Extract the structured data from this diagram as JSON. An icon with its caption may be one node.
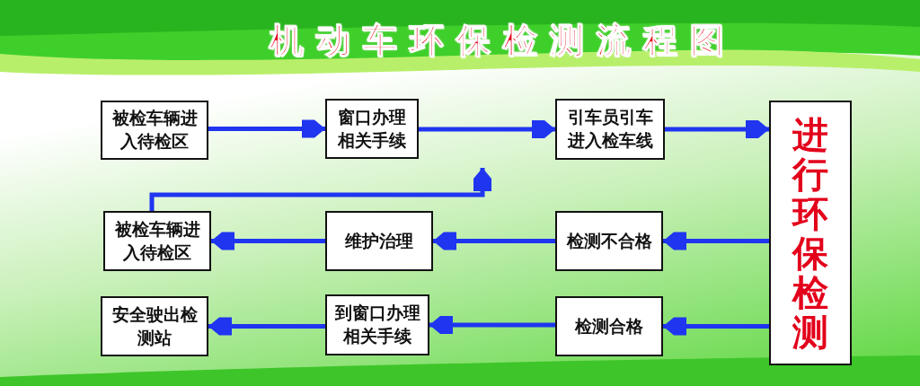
{
  "diagram": {
    "title": "机动车环保检测流程图",
    "nodes": [
      {
        "text": [
          "被检车辆进入待检区"
        ]
      },
      {
        "text": [
          "窗口办理相关手续"
        ]
      },
      {
        "text": [
          "引车员引车进入检车线"
        ]
      },
      {
        "text": [
          "进行环保检测"
        ]
      },
      {
        "text": [
          "检测不合格"
        ]
      },
      {
        "text": [
          "维护治理"
        ]
      },
      {
        "text": [
          "被检车辆进入待检区"
        ]
      },
      {
        "text": [
          "检测合格"
        ]
      },
      {
        "text": [
          "到窗口办理相关手续"
        ]
      },
      {
        "text": [
          "安全驶出检测站"
        ]
      }
    ],
    "edges": [
      {
        "from": 0,
        "to": 1,
        "arrow": "to"
      },
      {
        "from": 1,
        "to": 2,
        "arrow": "to"
      },
      {
        "from": 2,
        "to": 3,
        "arrow": "to"
      },
      {
        "from": 3,
        "to": 4,
        "arrow": "to"
      },
      {
        "from": 4,
        "to": 5,
        "arrow": "to"
      },
      {
        "from": 5,
        "to": 6,
        "arrow": "to"
      },
      {
        "from": 6,
        "to": null,
        "arrow": "to"
      },
      {
        "from": 3,
        "to": 7,
        "arrow": "to"
      },
      {
        "from": 7,
        "to": 8,
        "arrow": "to"
      },
      {
        "from": 8,
        "to": 9,
        "arrow": "to"
      }
    ]
  }
}
